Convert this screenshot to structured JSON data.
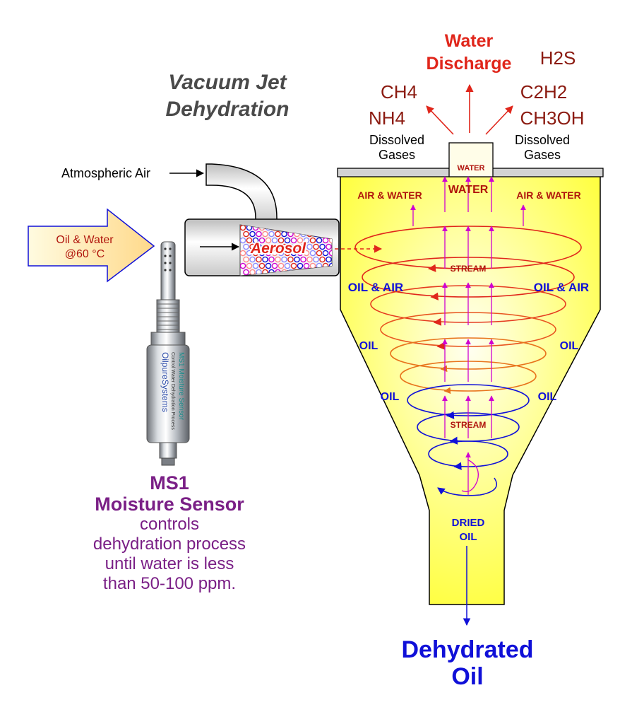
{
  "title": {
    "line1": "Vacuum Jet",
    "line2": "Dehydration"
  },
  "inputs": {
    "atmospheric_air": "Atmospheric Air",
    "oil_water_line1": "Oil & Water",
    "oil_water_line2": "@60 °C",
    "aerosol": "Aerosol"
  },
  "discharge": {
    "title_line1": "Water",
    "title_line2": "Discharge",
    "gases_left": [
      "CH4",
      "NH4"
    ],
    "gases_right": [
      "H2S",
      "C2H2",
      "CH3OH"
    ],
    "dissolved_left_line1": "Dissolved",
    "dissolved_left_line2": "Gases",
    "dissolved_right_line1": "Dissolved",
    "dissolved_right_line2": "Gases",
    "outlet_label": "WATER"
  },
  "vessel": {
    "water": "WATER",
    "air_water_left": "AIR & WATER",
    "air_water_right": "AIR & WATER",
    "stream_upper": "STREAM",
    "oil_air_left": "OIL & AIR",
    "oil_air_right": "OIL & AIR",
    "oil_left_upper": "OIL",
    "oil_right_upper": "OIL",
    "oil_left_lower": "OIL",
    "oil_right_lower": "OIL",
    "stream_lower": "STREAM",
    "dried_line1": "DRIED",
    "dried_line2": "OIL"
  },
  "output": {
    "line1": "Dehydrated",
    "line2": "Oil"
  },
  "sensor": {
    "body_text_1": "MS1 Moisture Sensor",
    "body_text_2": "Control Water Dehydration Process",
    "brand": "OilpureSystems",
    "caption_title_line1": "MS1",
    "caption_title_line2": "Moisture Sensor",
    "caption_lines": [
      "controls",
      "dehydration process",
      "until water is less",
      "than 50-100 ppm."
    ]
  },
  "colors": {
    "dark_red": "#8b1a10",
    "bright_red": "#e0261b",
    "blue": "#1010d8",
    "purple": "#7a1f86",
    "vessel_fill": "#ffff66",
    "magenta": "#d000d0"
  }
}
